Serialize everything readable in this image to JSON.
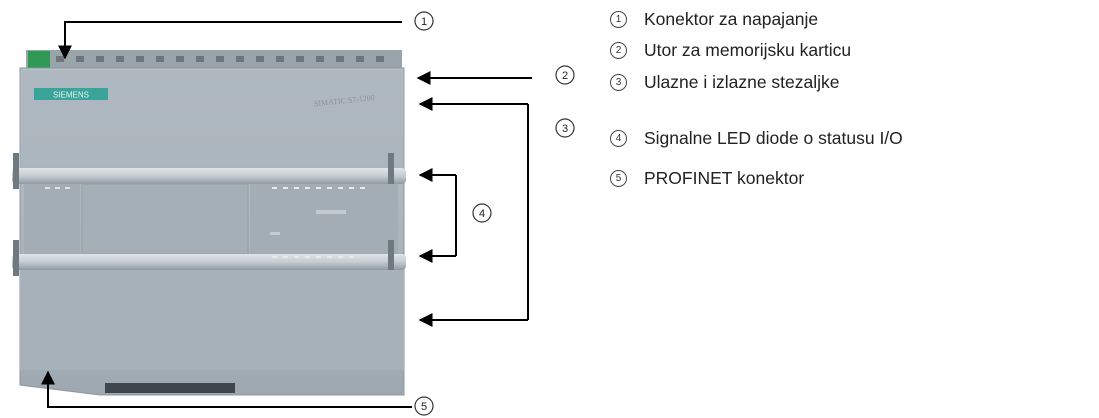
{
  "device": {
    "brand_label": "SIEMENS",
    "model_label": "SIMATIC S7-1200"
  },
  "callouts": [
    {
      "num": "1"
    },
    {
      "num": "2"
    },
    {
      "num": "3"
    },
    {
      "num": "4"
    },
    {
      "num": "5"
    }
  ],
  "legend": {
    "items": [
      {
        "num": "1",
        "label": "Konektor za napajanje"
      },
      {
        "num": "2",
        "label": "Utor za memorijsku karticu"
      },
      {
        "num": "3",
        "label": "Ulazne i izlazne stezaljke"
      },
      {
        "num": "4",
        "label": "Signalne LED diode  o statusu I/O"
      },
      {
        "num": "5",
        "label": "PROFINET konektor"
      }
    ]
  },
  "colors": {
    "housing": "#a9b3bb",
    "housing_dark": "#8f99a2",
    "terminal_green": "#2f9a56",
    "brand_tag": "#3aa39a",
    "arrow": "#000000"
  }
}
